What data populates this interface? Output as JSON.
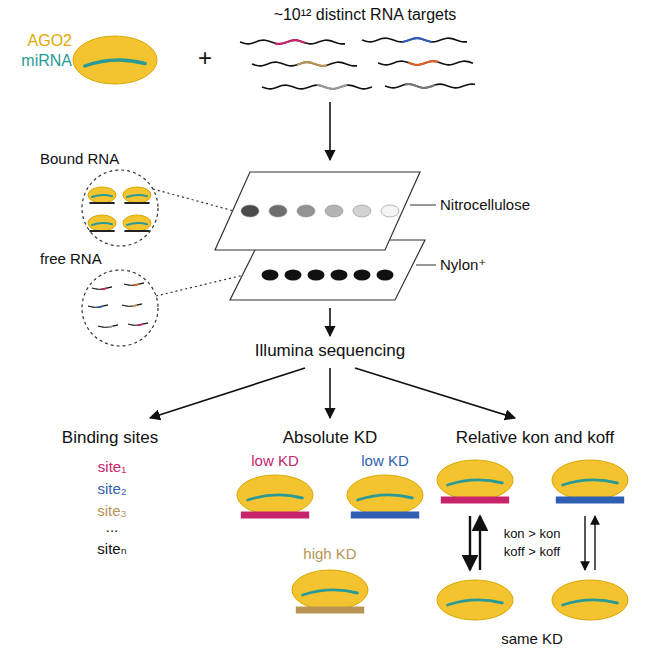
{
  "diagram": {
    "nodes": [
      {
        "text": [
          "Bound RNA"
        ]
      },
      {
        "text": [
          "free RNA"
        ]
      },
      {
        "text": [
          "Nitrocellulose"
        ]
      },
      {
        "text": [
          "Nylon⁺"
        ]
      }
    ],
    "edges": [
      {
        "from": 0,
        "to": 2,
        "arrow": "none"
      },
      {
        "from": 1,
        "to": 3,
        "arrow": "none"
      }
    ],
    "labels": [
      "AGO2",
      "miRNA",
      "~10¹² distinct RNA targets",
      "+",
      "Illumina sequencing",
      "Binding sites",
      "site₁",
      "site₂",
      "site₃",
      "...",
      "siteₙ",
      "Absolute KD",
      "low KD",
      "low KD",
      "high KD",
      "Relative kon and koff",
      "kon > kon",
      "koff > koff",
      "same KD"
    ]
  }
}
